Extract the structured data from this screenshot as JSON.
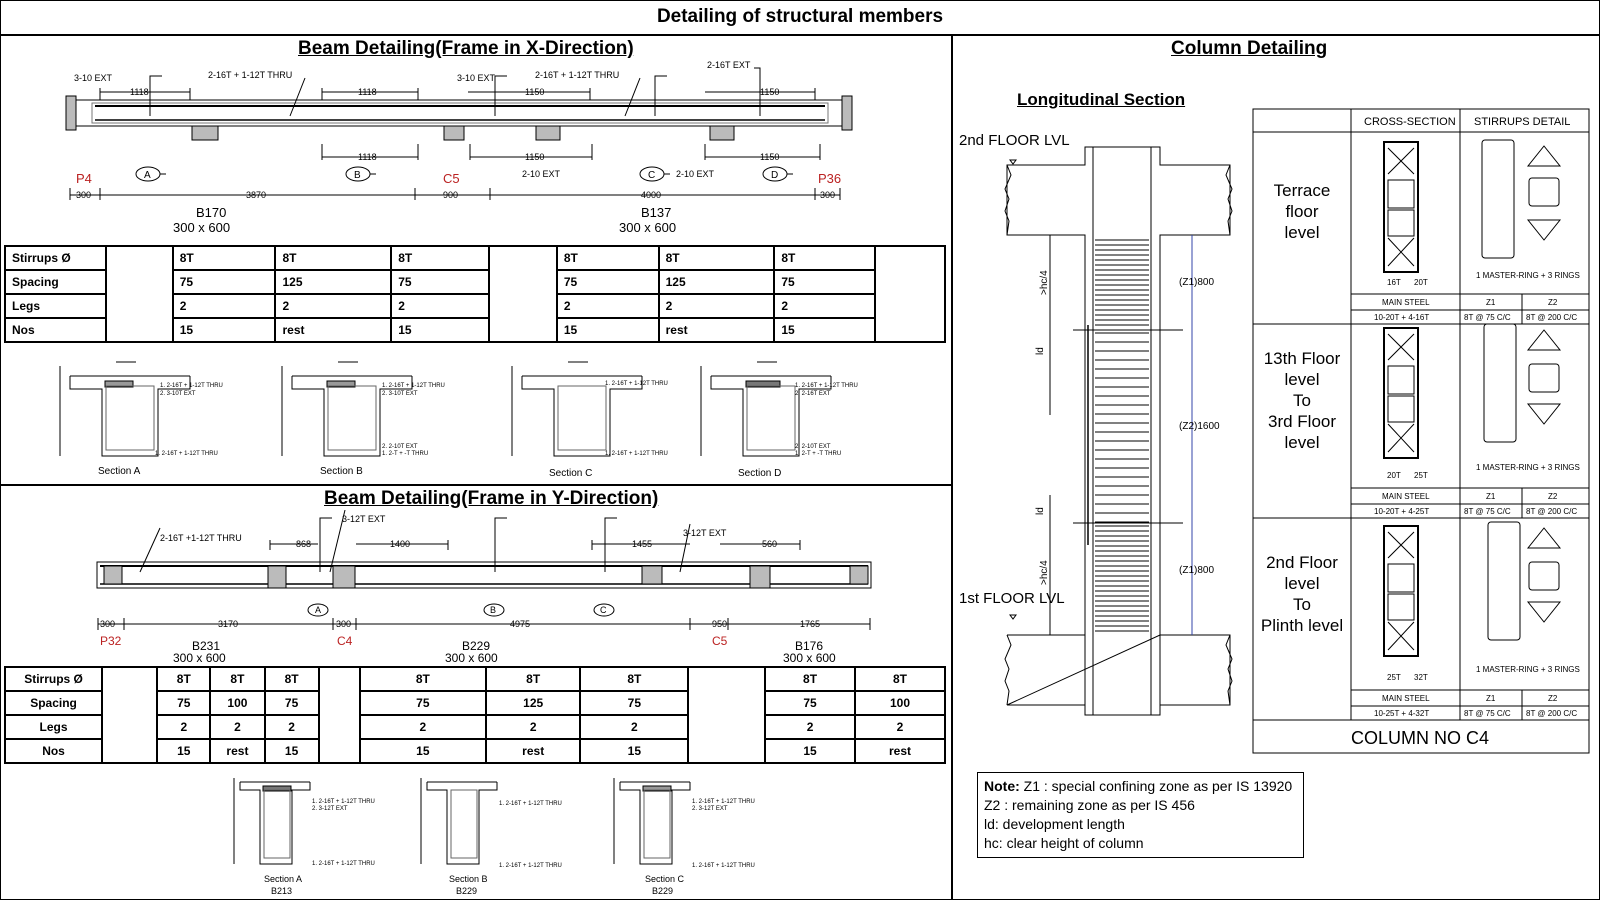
{
  "title": "Detailing of structural members",
  "beam_x": {
    "heading": "Beam Detailing(Frame in X-Direction)",
    "top_labels": [
      "3-10 EXT",
      "2-16T + 1-12T THRU",
      "3-10 EXT",
      "2-16T + 1-12T THRU",
      "2-16T EXT"
    ],
    "dims_top": [
      "1118",
      "1118",
      "1150",
      "1150"
    ],
    "dims_bottom": [
      "1118",
      "1150",
      "1150"
    ],
    "ext_labels": [
      "2-10 EXT",
      "2-10 EXT"
    ],
    "grid": [
      "A",
      "B",
      "C",
      "D"
    ],
    "supports": [
      "P4",
      "C5",
      "P36"
    ],
    "spans": [
      "300",
      "3870",
      "900",
      "4000",
      "300"
    ],
    "beams": [
      {
        "name": "B170",
        "size": "300 x 600"
      },
      {
        "name": "B137",
        "size": "300 x 600"
      }
    ],
    "table": {
      "headers": [
        "Stirrups Ø",
        "Spacing",
        "Legs",
        "Nos"
      ],
      "group1": [
        [
          "8T",
          "75",
          "2",
          "15"
        ],
        [
          "8T",
          "125",
          "2",
          "rest"
        ],
        [
          "8T",
          "75",
          "2",
          "15"
        ]
      ],
      "group2": [
        [
          "8T",
          "75",
          "2",
          "15"
        ],
        [
          "8T",
          "125",
          "2",
          "rest"
        ],
        [
          "8T",
          "75",
          "2",
          "15"
        ]
      ]
    },
    "sections": [
      {
        "label": "Section A",
        "top": [
          "1.  2-16T + 1-12T THRU",
          "2.  3-10T EXT"
        ],
        "bottom": [
          "1.  2-16T + 1-12T THRU"
        ]
      },
      {
        "label": "Section B",
        "top": [
          "1.  2-16T + 1-12T THRU",
          "2.  3-10T EXT"
        ],
        "bottom": [
          "2. 2-10T EXT",
          "1. 2-T + -T THRU"
        ]
      },
      {
        "label": "Section C",
        "top": [
          "1.  2-16T + 1-12T THRU"
        ],
        "bottom": [
          "1.  2-16T + 1-12T THRU"
        ]
      },
      {
        "label": "Section D",
        "top": [
          "1.  2-16T + 1-12T THRU",
          "2.  2-16T EXT"
        ],
        "bottom": [
          "2. 2-10T EXT",
          "1. 2-T + -T THRU"
        ]
      }
    ]
  },
  "beam_y": {
    "heading": "Beam Detailing(Frame in Y-Direction)",
    "top_labels": [
      "2-16T +1-12T THRU",
      "3-12T EXT",
      "3-12T EXT"
    ],
    "dims_top": [
      "868",
      "1400",
      "1455",
      "560"
    ],
    "grid": [
      "A",
      "B",
      "C"
    ],
    "supports": [
      "P32",
      "C4",
      "C5"
    ],
    "spans": [
      "300",
      "3170",
      "300",
      "4975",
      "950",
      "1765"
    ],
    "beams": [
      {
        "name": "B231",
        "size": "300 x 600"
      },
      {
        "name": "B229",
        "size": "300 x 600"
      },
      {
        "name": "B176",
        "size": "300 x 600"
      }
    ],
    "table": {
      "headers": [
        "Stirrups Ø",
        "Spacing",
        "Legs",
        "Nos"
      ],
      "group1": [
        [
          "8T",
          "75",
          "2",
          "15"
        ],
        [
          "8T",
          "100",
          "2",
          "rest"
        ],
        [
          "8T",
          "75",
          "2",
          "15"
        ]
      ],
      "group2": [
        [
          "8T",
          "75",
          "2",
          "15"
        ],
        [
          "8T",
          "125",
          "2",
          "rest"
        ],
        [
          "8T",
          "75",
          "2",
          "15"
        ]
      ],
      "group3": [
        [
          "8T",
          "75",
          "2",
          "15"
        ],
        [
          "8T",
          "100",
          "2",
          "rest"
        ]
      ]
    },
    "sections": [
      {
        "label": "Section A",
        "beam": "B213",
        "top": [
          "1.  2-16T + 1-12T THRU",
          "2.  3-12T EXT"
        ],
        "bottom": [
          "1.  2-16T + 1-12T THRU"
        ]
      },
      {
        "label": "Section B",
        "beam": "B229",
        "top": [
          "1.  2-16T + 1-12T THRU"
        ],
        "bottom": [
          "1.  2-16T + 1-12T THRU"
        ]
      },
      {
        "label": "Section C",
        "beam": "B229",
        "top": [
          "1.  2-16T + 1-12T THRU",
          "2.  3-12T EXT"
        ],
        "bottom": [
          "1.  2-16T + 1-12T THRU"
        ]
      }
    ]
  },
  "column": {
    "heading": "Column Detailing",
    "long_heading": "Longitudinal Section",
    "floor_top": "2nd FLOOR LVL",
    "floor_bottom": "1st FLOOR LVL",
    "zones": [
      "(Z1)800",
      "(Z2)1600",
      "(Z1)800"
    ],
    "ld": [
      "ld",
      "ld"
    ],
    "hc": [
      ">hc/4",
      ">hc/4"
    ],
    "table_headers": [
      "CROSS-SECTION",
      "STIRRUPS DETAIL"
    ],
    "rows": [
      {
        "level": [
          "Terrace",
          "floor",
          "level"
        ],
        "legend": [
          "16T",
          "20T"
        ],
        "rings": "1 MASTER-RING + 3 RINGS",
        "main_steel_label": "MAIN STEEL",
        "main_steel": "10-20T + 4-16T",
        "z1": "8T @ 75 C/C",
        "z2": "8T @ 200 C/C"
      },
      {
        "level": [
          "13th Floor",
          "level",
          "To",
          "3rd Floor",
          "level"
        ],
        "legend": [
          "20T",
          "25T"
        ],
        "rings": "1 MASTER-RING + 3 RINGS",
        "main_steel_label": "MAIN STEEL",
        "main_steel": "10-20T + 4-25T",
        "z1": "8T @ 75 C/C",
        "z2": "8T @ 200 C/C"
      },
      {
        "level": [
          "2nd Floor",
          "level",
          "To",
          "Plinth level"
        ],
        "legend": [
          "25T",
          "32T"
        ],
        "rings": "1 MASTER-RING + 3 RINGS",
        "main_steel_label": "MAIN STEEL",
        "main_steel": "10-25T + 4-32T",
        "z1": "8T @ 75 C/C",
        "z2": "8T @ 200 C/C"
      }
    ],
    "zone_labels": [
      "Z1",
      "Z2"
    ],
    "column_no": "COLUMN NO C4"
  },
  "note": {
    "title": "Note:",
    "lines": [
      "Z1 : special confining zone as per IS 13920",
      "Z2 : remaining zone as per IS 456",
      "ld: development length",
      "hc: clear height of column"
    ]
  }
}
